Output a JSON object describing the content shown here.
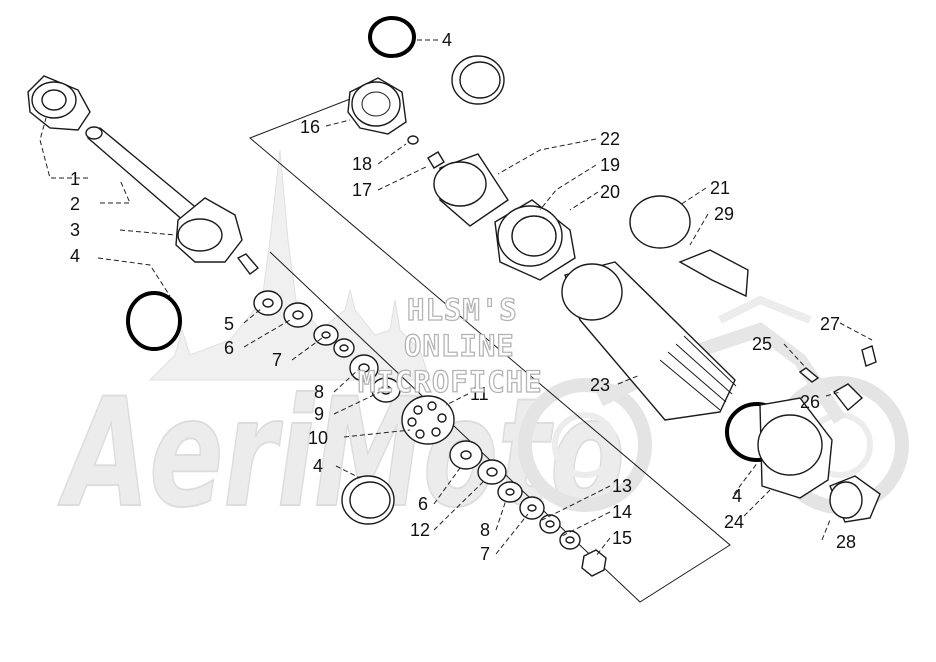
{
  "watermark": {
    "lines": [
      "HLSM'S",
      "ONLINE",
      "MICROFICHE"
    ],
    "logo_text": "AeriMoto"
  },
  "labels": [
    {
      "id": "l1",
      "text": "1"
    },
    {
      "id": "l2",
      "text": "2"
    },
    {
      "id": "l3",
      "text": "3"
    },
    {
      "id": "l4a",
      "text": "4"
    },
    {
      "id": "l4b",
      "text": "4"
    },
    {
      "id": "l4c",
      "text": "4"
    },
    {
      "id": "l4d",
      "text": "4"
    },
    {
      "id": "l5",
      "text": "5"
    },
    {
      "id": "l6a",
      "text": "6"
    },
    {
      "id": "l6b",
      "text": "6"
    },
    {
      "id": "l7a",
      "text": "7"
    },
    {
      "id": "l7b",
      "text": "7"
    },
    {
      "id": "l8a",
      "text": "8"
    },
    {
      "id": "l8b",
      "text": "8"
    },
    {
      "id": "l9",
      "text": "9"
    },
    {
      "id": "l10",
      "text": "10"
    },
    {
      "id": "l11",
      "text": "11"
    },
    {
      "id": "l12",
      "text": "12"
    },
    {
      "id": "l13",
      "text": "13"
    },
    {
      "id": "l14",
      "text": "14"
    },
    {
      "id": "l15",
      "text": "15"
    },
    {
      "id": "l16",
      "text": "16"
    },
    {
      "id": "l17",
      "text": "17"
    },
    {
      "id": "l18",
      "text": "18"
    },
    {
      "id": "l19",
      "text": "19"
    },
    {
      "id": "l20",
      "text": "20"
    },
    {
      "id": "l21",
      "text": "21"
    },
    {
      "id": "l22",
      "text": "22"
    },
    {
      "id": "l23",
      "text": "23"
    },
    {
      "id": "l24",
      "text": "24"
    },
    {
      "id": "l25",
      "text": "25"
    },
    {
      "id": "l26",
      "text": "26"
    },
    {
      "id": "l27",
      "text": "27"
    },
    {
      "id": "l28",
      "text": "28"
    },
    {
      "id": "l29",
      "text": "29"
    }
  ]
}
